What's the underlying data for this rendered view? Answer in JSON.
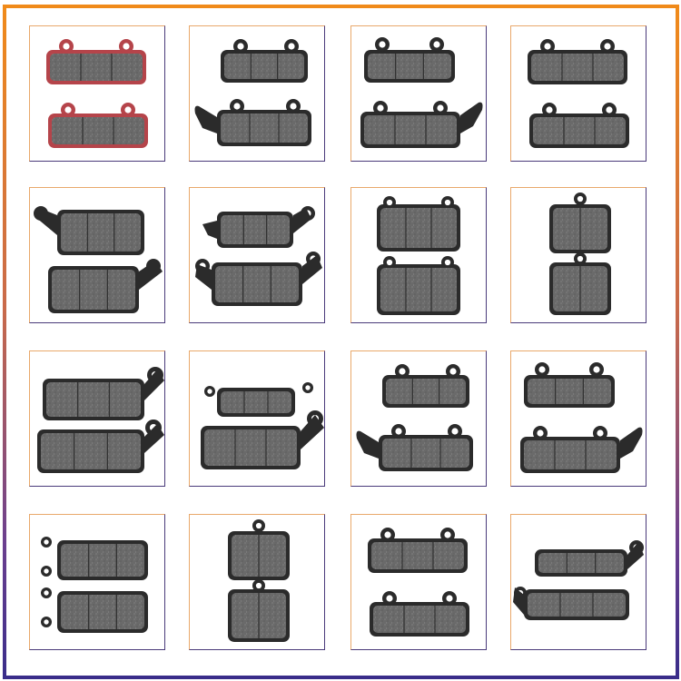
{
  "colors": {
    "frame_top": "#f08a1a",
    "frame_bottom": "#3a2d8a",
    "cell_border_top": "#e9a86b",
    "cell_border_bottom": "#4a3a7a",
    "pad_backing": "#2b2b2b",
    "pad_friction": "#6a6a6a",
    "pad_backing_red": "#b5444a"
  },
  "grid": {
    "rows": 4,
    "columns": 4,
    "cells": [
      {
        "row": 1,
        "col": 1,
        "item": "brake-pad-pair",
        "backing": "red",
        "shape": "two-ear-top"
      },
      {
        "row": 1,
        "col": 2,
        "item": "brake-pad-pair",
        "backing": "black",
        "shape": "two-ear-top-with-left-hook"
      },
      {
        "row": 1,
        "col": 3,
        "item": "brake-pad-pair",
        "backing": "black",
        "shape": "two-ear-top-with-right-hook"
      },
      {
        "row": 1,
        "col": 4,
        "item": "brake-pad-pair",
        "backing": "black",
        "shape": "two-ear-top"
      },
      {
        "row": 2,
        "col": 1,
        "item": "brake-pad-pair",
        "backing": "black",
        "shape": "left-ear-right-ear-rect"
      },
      {
        "row": 2,
        "col": 2,
        "item": "brake-pad-pair",
        "backing": "black",
        "shape": "left-hook-right-hook"
      },
      {
        "row": 2,
        "col": 3,
        "item": "brake-pad-pair",
        "backing": "black",
        "shape": "square-two-tabs"
      },
      {
        "row": 2,
        "col": 4,
        "item": "brake-pad-pair",
        "backing": "black",
        "shape": "square-single-tab"
      },
      {
        "row": 3,
        "col": 1,
        "item": "brake-pad-pair",
        "backing": "black",
        "shape": "wide-right-ear"
      },
      {
        "row": 3,
        "col": 2,
        "item": "brake-pad-pair",
        "backing": "black",
        "shape": "hooked-both-ends"
      },
      {
        "row": 3,
        "col": 3,
        "item": "brake-pad-pair",
        "backing": "black",
        "shape": "two-ear-top-with-left-hook"
      },
      {
        "row": 3,
        "col": 4,
        "item": "brake-pad-pair",
        "backing": "black",
        "shape": "two-ear-top-with-right-hook"
      },
      {
        "row": 4,
        "col": 1,
        "item": "brake-pad-pair",
        "backing": "black",
        "shape": "left-tabs-rect"
      },
      {
        "row": 4,
        "col": 2,
        "item": "brake-pad-pair",
        "backing": "black",
        "shape": "square-single-tab"
      },
      {
        "row": 4,
        "col": 3,
        "item": "brake-pad-pair",
        "backing": "black",
        "shape": "two-ear-top"
      },
      {
        "row": 4,
        "col": 4,
        "item": "brake-pad-pair",
        "backing": "black",
        "shape": "tapered-right-ear"
      }
    ]
  }
}
